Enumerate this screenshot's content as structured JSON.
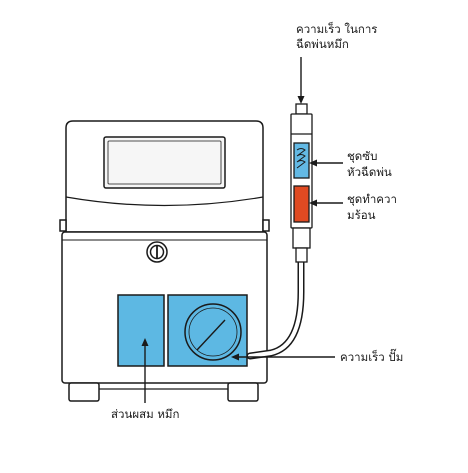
{
  "labels": {
    "nozzle_speed_line1": "ความเร็ว ในการ",
    "nozzle_speed_line2": "ฉีดพ่นหมึก",
    "printhead_line1": "ชุดซับ",
    "printhead_line2": "หัวฉีดพ่น",
    "heater_line1": "ชุดทำควา",
    "heater_line2": "มร้อน",
    "pump_speed": "ความเร็ว ปั๊ม",
    "ink_mixing": "ส่วนผสม หมึก"
  },
  "colors": {
    "outline": "#1a1a1a",
    "body_fill": "#ffffff",
    "screen_fill": "#f4f4f4",
    "ink_blue": "#63b9e4",
    "heater_red": "#e04a22",
    "pump_panel": "#5db8e3"
  }
}
